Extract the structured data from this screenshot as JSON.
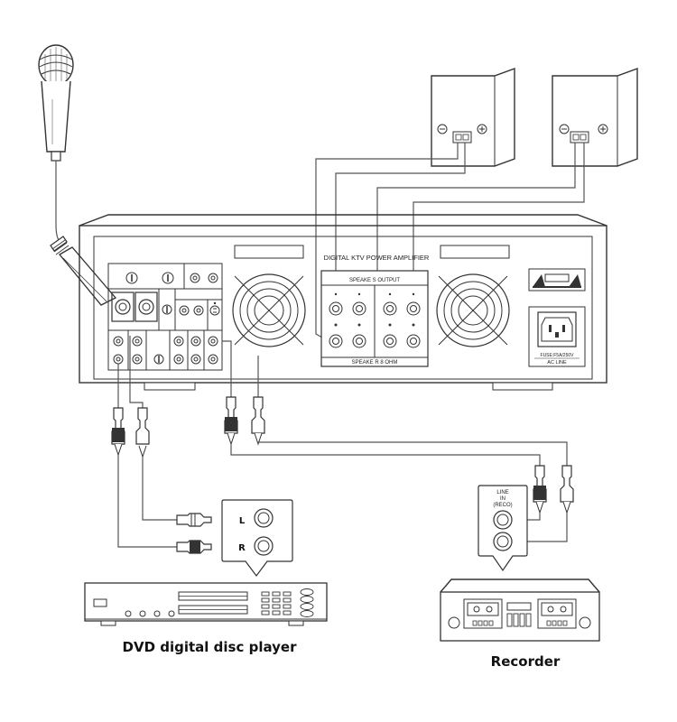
{
  "amplifier": {
    "title": "DIGITAL KTV POWER AMPLIFIER",
    "speaker_output_label": "SPEAKE S OUTPUT",
    "speaker_ohm_label": "SPEAKE R 8 OHM",
    "fuse_label": "FUSE:F5A/250V",
    "ac_line_label": "AC LINE"
  },
  "dvd": {
    "label_l": "L",
    "label_r": "R",
    "name": "DVD digital disc player"
  },
  "recorder": {
    "line_in_label_1": "LINE",
    "line_in_label_2": "IN",
    "line_in_label_3": "(RECO)",
    "name": "Recorder"
  },
  "colors": {
    "line": "#333333",
    "background": "#ffffff"
  }
}
